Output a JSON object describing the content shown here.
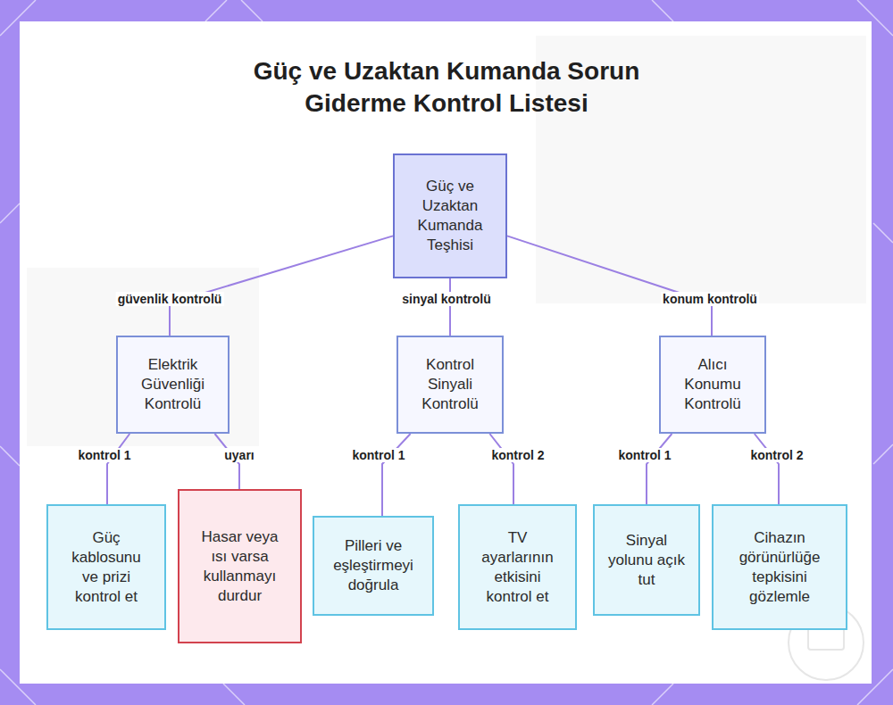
{
  "diagram": {
    "title": "Güç ve Uzaktan Kumanda Sorun Giderme Kontrol Listesi",
    "nodes": [
      {
        "text": [
          "Güç ve Uzaktan Kumanda Teşhisi"
        ]
      },
      {
        "text": [
          "Elektrik Güvenliği Kontrolü"
        ]
      },
      {
        "text": [
          "Kontrol Sinyali Kontrolü"
        ]
      },
      {
        "text": [
          "Alıcı Konumu Kontrolü"
        ]
      },
      {
        "text": [
          "Güç kablosunu ve prizi kontrol et"
        ]
      },
      {
        "text": [
          "Hasar veya ısı varsa kullanmayı durdur"
        ]
      },
      {
        "text": [
          "Pilleri ve eşleştirmeyi doğrula"
        ]
      },
      {
        "text": [
          "TV ayarlarının etkisini kontrol et"
        ]
      },
      {
        "text": [
          "Sinyal yolunu açık tut"
        ]
      },
      {
        "text": [
          "Cihazın görünürlüğe tepkisini gözlemle"
        ]
      }
    ],
    "edges": [
      {
        "from": 0,
        "to": 1,
        "label": "güvenlik kontrolü",
        "arrow": "none"
      },
      {
        "from": 0,
        "to": 2,
        "label": "sinyal kontrolü",
        "arrow": "none"
      },
      {
        "from": 0,
        "to": 3,
        "label": "konum kontrolü",
        "arrow": "none"
      },
      {
        "from": 1,
        "to": 4,
        "label": "kontrol 1",
        "arrow": "none"
      },
      {
        "from": 1,
        "to": 5,
        "label": "uyarı",
        "arrow": "none"
      },
      {
        "from": 2,
        "to": 6,
        "label": "kontrol 1",
        "arrow": "none"
      },
      {
        "from": 2,
        "to": 7,
        "label": "kontrol 2",
        "arrow": "none"
      },
      {
        "from": 3,
        "to": 8,
        "label": "kontrol 1",
        "arrow": "none"
      },
      {
        "from": 3,
        "to": 9,
        "label": "kontrol 2",
        "arrow": "none"
      }
    ]
  }
}
